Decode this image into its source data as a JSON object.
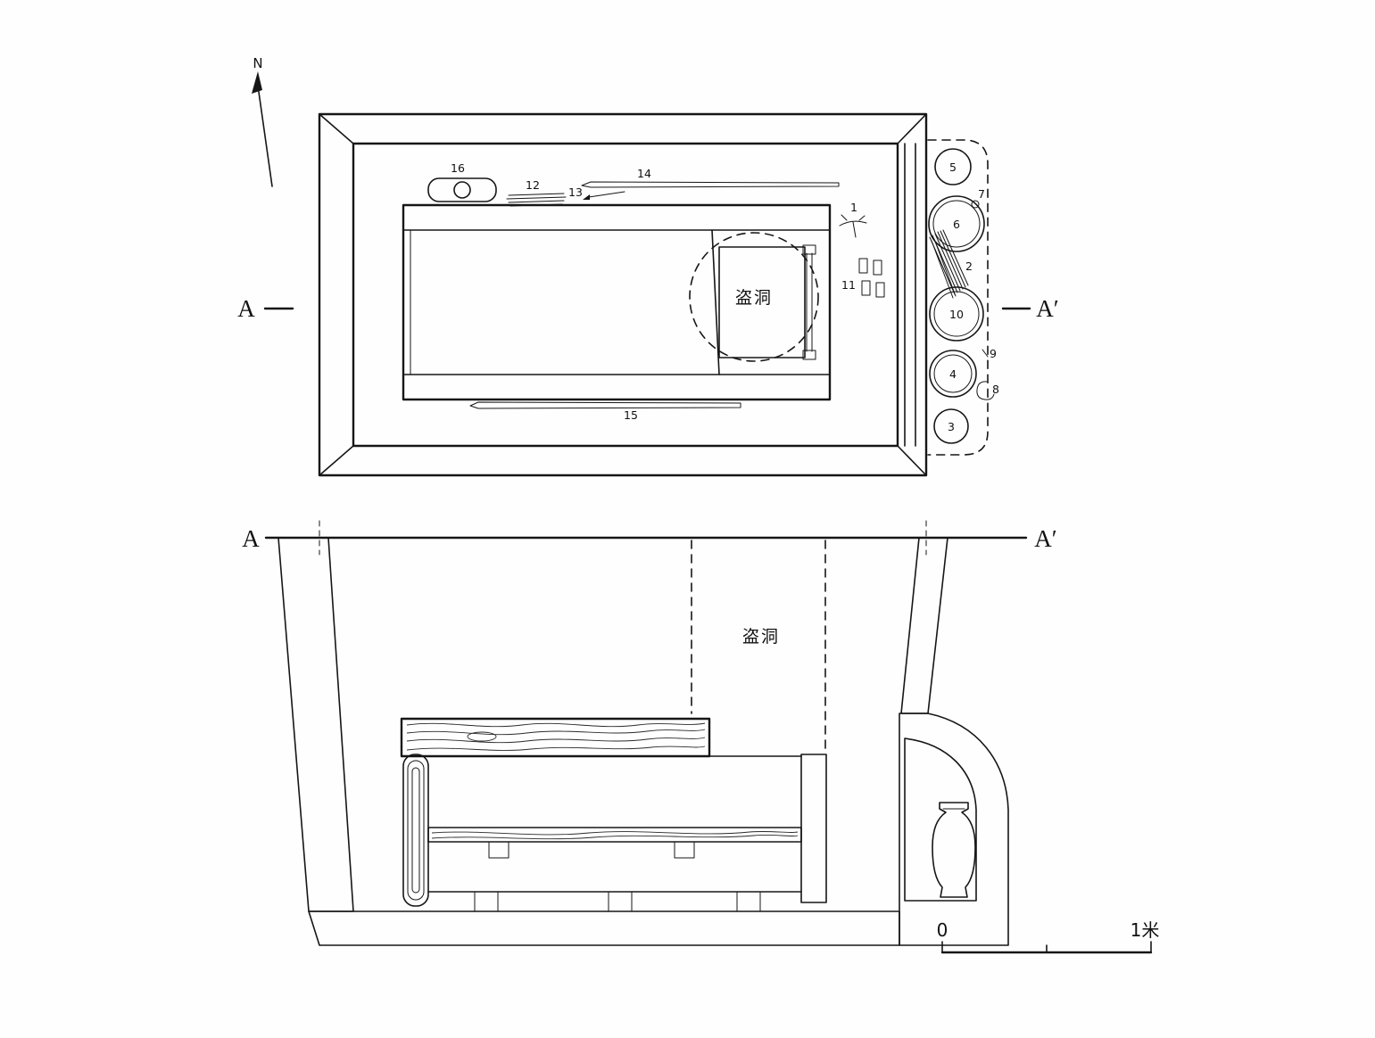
{
  "compass": {
    "label": "N"
  },
  "plan": {
    "section_left": "A",
    "section_right": "A′",
    "robber_hole": "盗洞",
    "artifacts": {
      "n1": "1",
      "n2": "2",
      "n3": "3",
      "n4": "4",
      "n5": "5",
      "n6": "6",
      "n7": "7",
      "n8": "8",
      "n9": "9",
      "n10": "10",
      "n11": "11",
      "n12": "12",
      "n13": "13",
      "n14": "14",
      "n15": "15",
      "n16": "16"
    }
  },
  "section": {
    "section_left": "A",
    "section_right": "A′",
    "robber_hole": "盗洞"
  },
  "scale_bar": {
    "zero": "0",
    "max": "1米"
  }
}
